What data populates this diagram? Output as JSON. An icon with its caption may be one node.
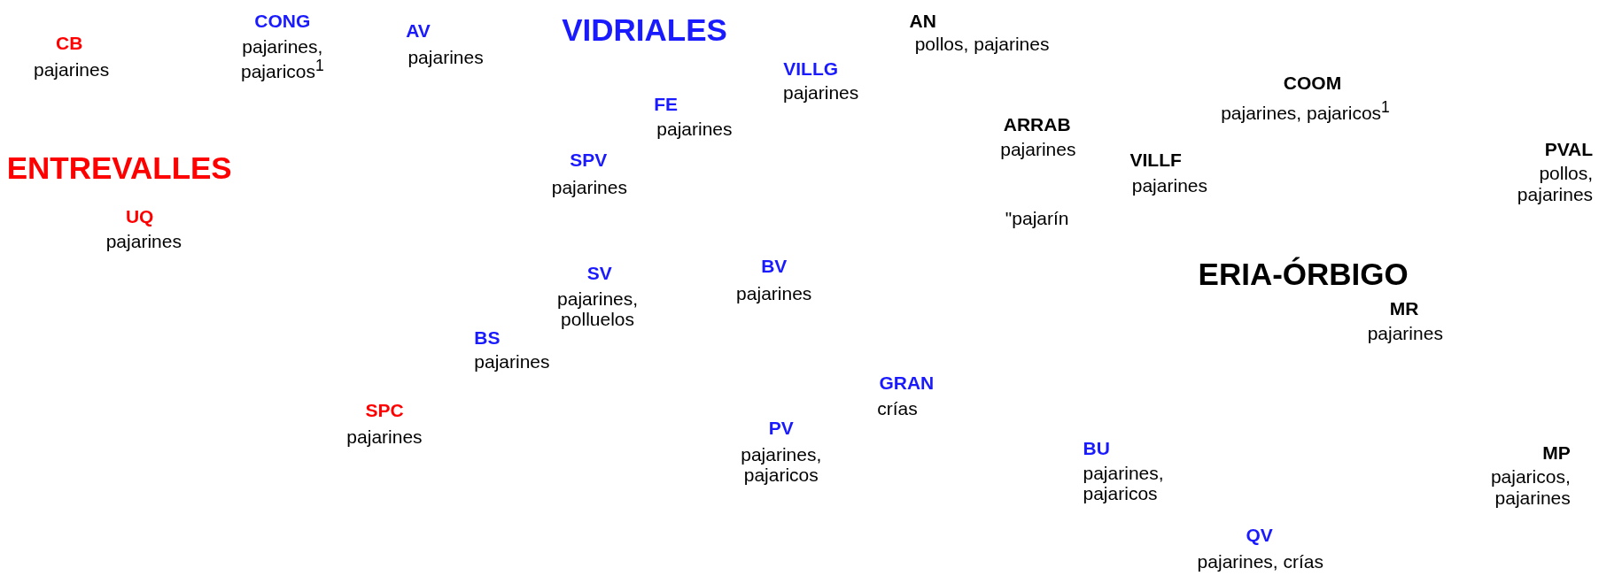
{
  "diagram": {
    "labels": [
      "CONG",
      "pajarines, pajaricos$^{1}$",
      "AV",
      "pajarines",
      "VIDRIALES",
      "AN",
      "pollos, pajarines",
      "CB",
      "pajarines",
      "VILLG",
      "pajarines",
      "COOM",
      "pajarines, pajaricos$^{1}$",
      "FE",
      "pajarines",
      "ARRAB",
      "pajarines",
      "PVAL",
      "pollos, pajarines",
      "ENTREVALLES",
      "SPV",
      "pajarines",
      "VILLF",
      "pajarines",
      "UQ",
      "pajarines",
      "\"pajarín",
      "BV",
      "pajarines",
      "SV",
      "pajarines, polluelos",
      "ERIA-ÓRBIGO",
      "MR",
      "pajarines",
      "BS",
      "pajarines",
      "GRAN",
      "crías",
      "SPC",
      "pajarines",
      "PV",
      "pajarines, pajaricos",
      "BU",
      "pajarines, pajaricos",
      "MP",
      "pajaricos, pajarines",
      "QV",
      "pajarines, crías"
    ]
  }
}
